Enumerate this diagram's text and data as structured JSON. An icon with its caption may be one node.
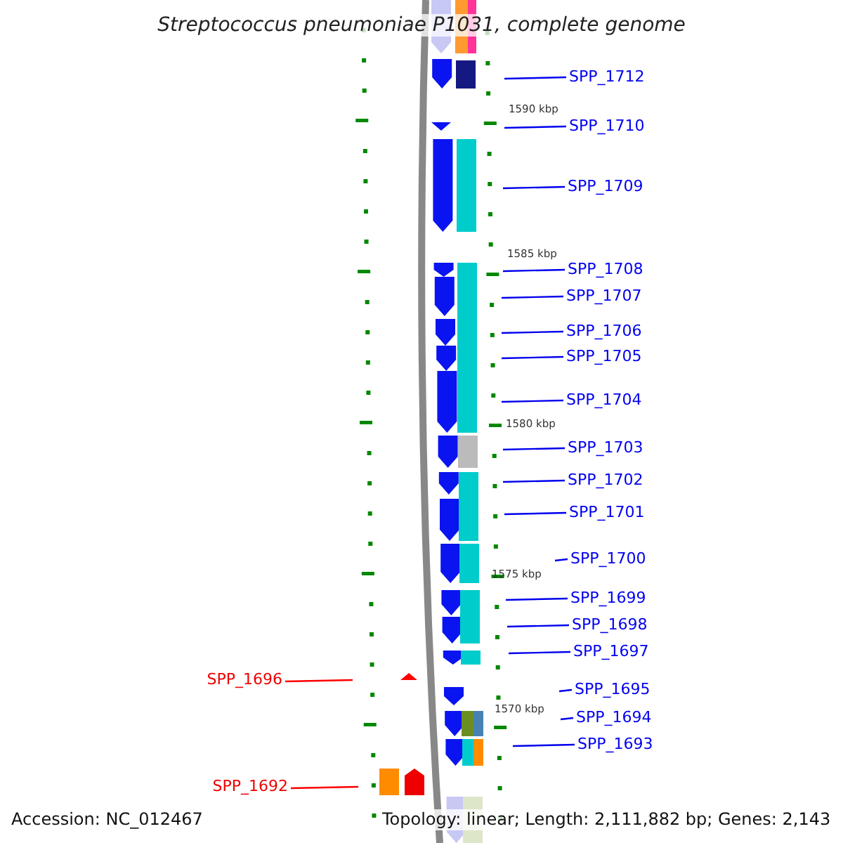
{
  "diagram": {
    "title": "Streptococcus pneumoniae P1031, complete genome",
    "nodes": [
      {
        "text": [
          "SPP_1712"
        ]
      },
      {
        "text": [
          "SPP_1710"
        ]
      },
      {
        "text": [
          "SPP_1709"
        ]
      },
      {
        "text": [
          "SPP_1708"
        ]
      },
      {
        "text": [
          "SPP_1707"
        ]
      },
      {
        "text": [
          "SPP_1706"
        ]
      },
      {
        "text": [
          "SPP_1705"
        ]
      },
      {
        "text": [
          "SPP_1704"
        ]
      },
      {
        "text": [
          "SPP_1703"
        ]
      },
      {
        "text": [
          "SPP_1702"
        ]
      },
      {
        "text": [
          "SPP_1701"
        ]
      },
      {
        "text": [
          "SPP_1700"
        ]
      },
      {
        "text": [
          "SPP_1699"
        ]
      },
      {
        "text": [
          "SPP_1698"
        ]
      },
      {
        "text": [
          "SPP_1697"
        ]
      },
      {
        "text": [
          "SPP_1696"
        ]
      },
      {
        "text": [
          "SPP_1695"
        ]
      },
      {
        "text": [
          "SPP_1694"
        ]
      },
      {
        "text": [
          "SPP_1693"
        ]
      },
      {
        "text": [
          "SPP_1692"
        ]
      }
    ],
    "edges": [
      {
        "from": 0,
        "to": null,
        "arrow": "none"
      },
      {
        "from": 1,
        "to": null,
        "arrow": "none"
      },
      {
        "from": 2,
        "to": null,
        "arrow": "none"
      },
      {
        "from": 3,
        "to": null,
        "arrow": "none"
      },
      {
        "from": 4,
        "to": null,
        "arrow": "none"
      },
      {
        "from": 5,
        "to": null,
        "arrow": "none"
      },
      {
        "from": 6,
        "to": null,
        "arrow": "none"
      },
      {
        "from": 7,
        "to": null,
        "arrow": "none"
      },
      {
        "from": 8,
        "to": null,
        "arrow": "none"
      },
      {
        "from": 9,
        "to": null,
        "arrow": "none"
      },
      {
        "from": 10,
        "to": null,
        "arrow": "none"
      },
      {
        "from": 11,
        "to": null,
        "arrow": "none"
      },
      {
        "from": 12,
        "to": null,
        "arrow": "none"
      },
      {
        "from": 13,
        "to": null,
        "arrow": "none"
      },
      {
        "from": 14,
        "to": null,
        "arrow": "none"
      },
      {
        "from": 15,
        "to": null,
        "arrow": "none",
        "color": "#ff0000"
      },
      {
        "from": 16,
        "to": null,
        "arrow": "none"
      },
      {
        "from": 17,
        "to": null,
        "arrow": "none"
      },
      {
        "from": 18,
        "to": null,
        "arrow": "none"
      },
      {
        "from": 19,
        "to": null,
        "arrow": "none",
        "color": "#ff0000"
      }
    ],
    "labels": [
      "1590 kbp",
      "1585 kbp",
      "1580 kbp",
      "1575 kbp",
      "1570 kbp",
      "Accession: NC_012467",
      "Topology: linear; Length: 2,111,882 bp; Genes: 2,143"
    ]
  }
}
